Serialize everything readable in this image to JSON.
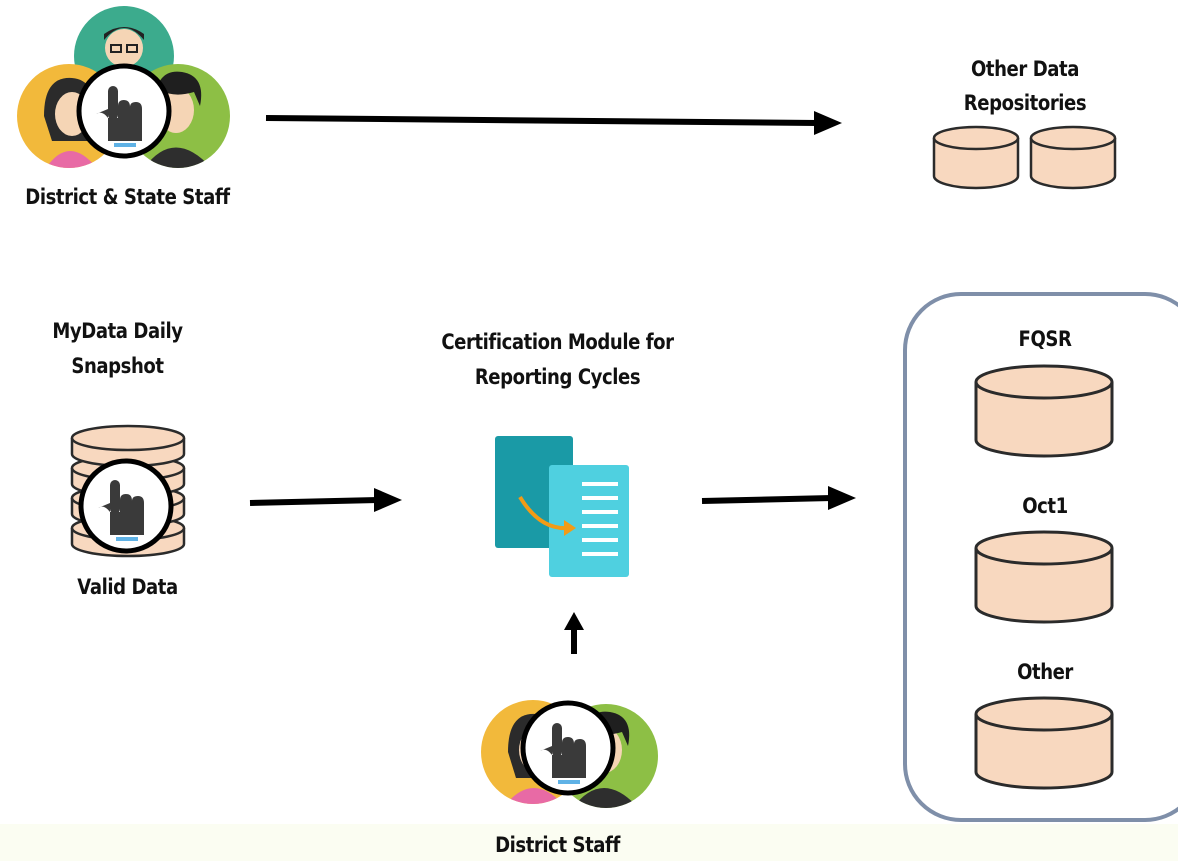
{
  "diagram": {
    "top_row": {
      "staff_label": "District & State Staff",
      "repositories_label_line1": "Other Data",
      "repositories_label_line2": "Repositories"
    },
    "left": {
      "title_line1": "MyData Daily",
      "title_line2": "Snapshot",
      "caption": "Valid Data"
    },
    "center": {
      "title_line1": "Certification Module for",
      "title_line2": "Reporting Cycles",
      "staff_label": "District Staff"
    },
    "right_group": {
      "items": [
        {
          "label": "FQSR"
        },
        {
          "label": "Oct1"
        },
        {
          "label": "Other"
        }
      ]
    }
  },
  "colors": {
    "database_fill": "#f8d8bf",
    "database_stroke": "#2b2b2b",
    "group_border": "#7f8fa9",
    "arrow": "#000000",
    "avatar_yellow": "#f2b93b",
    "avatar_green": "#8dbf45",
    "avatar_teal": "#3cab8d",
    "doc_dark": "#1a9aa6",
    "doc_light": "#4fd0e0",
    "curve_arrow": "#f29b16"
  },
  "icons": [
    "users-icon",
    "pointer-hand-icon",
    "database-icon",
    "document-transfer-icon"
  ]
}
